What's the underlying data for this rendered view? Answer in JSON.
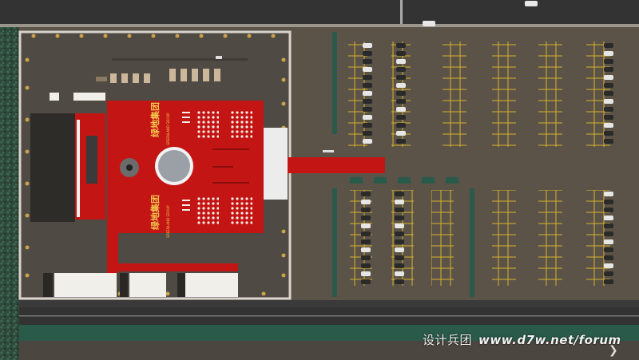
{
  "title": "Exhibition venue site plan render",
  "logo": {
    "company_name": "绿地集团",
    "company_tagline": "GREENLAND GROUP"
  },
  "watermark": {
    "site_name": "设计兵团",
    "url": "www.d7w.net/forum"
  },
  "colors": {
    "ground": "#5b5348",
    "road": "#333333",
    "stage_red": "#c41515",
    "parking_line": "#d7b12a",
    "greenery": "#2e4a3c",
    "hedge": "#2a5a4a",
    "white_tent": "#f1efe9"
  },
  "icons": [
    "next-arrow-icon"
  ]
}
